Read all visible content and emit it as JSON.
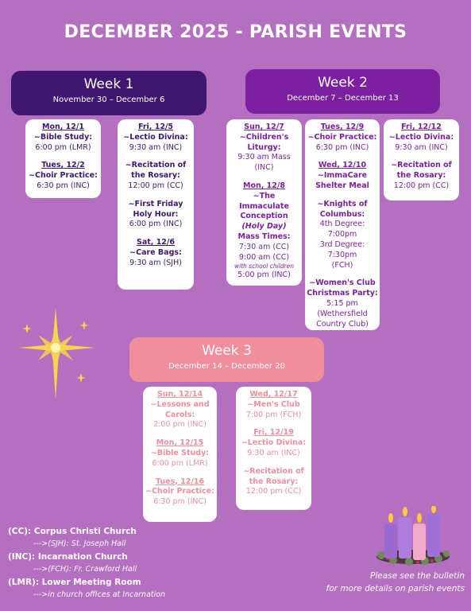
{
  "title": "DECEMBER 2025 - PARISH EVENTS",
  "colors": {
    "background": "#b56fc1",
    "week1": "#3f1670",
    "week2": "#7c1fa1",
    "week3": "#f08e9b"
  },
  "weeks": [
    {
      "label": "Week 1",
      "range": "November 30 – December 6"
    },
    {
      "label": "Week 2",
      "range": "December 7 – December 13"
    },
    {
      "label": "Week 3",
      "range": "December 14 – December 20"
    }
  ],
  "cards": {
    "w1a": [
      {
        "date": "Mon, 12/1",
        "name": "~Bible Study:",
        "lines": [
          "6:00 pm (LMR)"
        ]
      },
      {
        "date": "Tues, 12/2",
        "name": "~Choir Practice:",
        "lines": [
          "6:30 pm (INC)"
        ]
      }
    ],
    "w1b": [
      {
        "date": "Fri, 12/5",
        "name": "~Lectio Divina:",
        "lines": [
          "9:30 am (INC)"
        ]
      },
      {
        "name": "~Recitation of the Rosary:",
        "lines": [
          "12:00 pm (CC)"
        ]
      },
      {
        "name": "~First Friday Holy Hour:",
        "lines": [
          "6:00 pm (INC)"
        ]
      },
      {
        "date": "Sat, 12/6",
        "name": "~Care Bags:",
        "lines": [
          "9:30 am (SJH)"
        ]
      }
    ],
    "w2a": [
      {
        "date": "Sun, 12/7",
        "name": "~Children's Liturgy:",
        "lines": [
          "9:30 am Mass (INC)"
        ]
      },
      {
        "date": "Mon, 12/8",
        "name": "~The Immaculate Conception",
        "holy": "(Holy Day)",
        "name2": "Mass Times:",
        "lines": [
          "7:30 am (CC)",
          "9:00 am (CC)"
        ],
        "small": "with school children",
        "lines2": [
          "5:00 pm (INC)"
        ]
      }
    ],
    "w2b": [
      {
        "date": "Tues, 12/9",
        "name": "~Choir Practice:",
        "lines": [
          "6:30 pm (INC)"
        ]
      },
      {
        "date": "Wed, 12/10",
        "name": "~ImmaCare Shelter Meal"
      },
      {
        "name": "~Knights of Columbus:",
        "lines": [
          "4th Degree: 7:00pm",
          "3rd Degree: 7:30pm",
          "(FCH)"
        ]
      },
      {
        "name": "~Women's Club Christmas Party:",
        "lines": [
          "5:15 pm",
          "(Wethersfield Country Club)"
        ]
      }
    ],
    "w2c": [
      {
        "date": "Fri, 12/12",
        "name": "~Lectio Divina:",
        "lines": [
          "9:30 am (INC)"
        ]
      },
      {
        "name": "~Recitation of the Rosary:",
        "lines": [
          "12:00 pm (CC)"
        ]
      }
    ],
    "w3a": [
      {
        "date": "Sun, 12/14",
        "name": "~Lessons and Carols:",
        "lines": [
          "2:00 pm (INC)"
        ]
      },
      {
        "date": "Mon, 12/15",
        "name": "~Bible Study:",
        "lines": [
          "6:00 pm (LMR)"
        ]
      },
      {
        "date": "Tues, 12/16",
        "name": "~Choir Practice:",
        "lines": [
          "6:30 pm (INC)"
        ]
      }
    ],
    "w3b": [
      {
        "date": "Wed, 12/17",
        "name": "~Men's Club",
        "lines": [
          "7:00 pm (FCH)"
        ]
      },
      {
        "date": "Fri, 12/19",
        "name": "~Lectio Divina:",
        "lines": [
          "9:30 am (INC)"
        ]
      },
      {
        "name": "~Recitation of the Rosary:",
        "lines": [
          "12:00 pm (CC)"
        ]
      }
    ]
  },
  "legend": [
    {
      "label": "(CC): Corpus Christi Church",
      "sub": "--->(SJH): St. Joseph Hall"
    },
    {
      "label": "(INC): Incarnation Church",
      "sub": "--->(FCH): Fr. Crawford Hall"
    },
    {
      "label": "(LMR): Lower Meeting Room",
      "sub": "--->in church offices at Incarnation"
    }
  ],
  "footnote": [
    "Please see the bulletin",
    "for more details on parish events"
  ],
  "icons": {
    "star": "north-star-icon",
    "candles": "advent-candles-icon"
  }
}
